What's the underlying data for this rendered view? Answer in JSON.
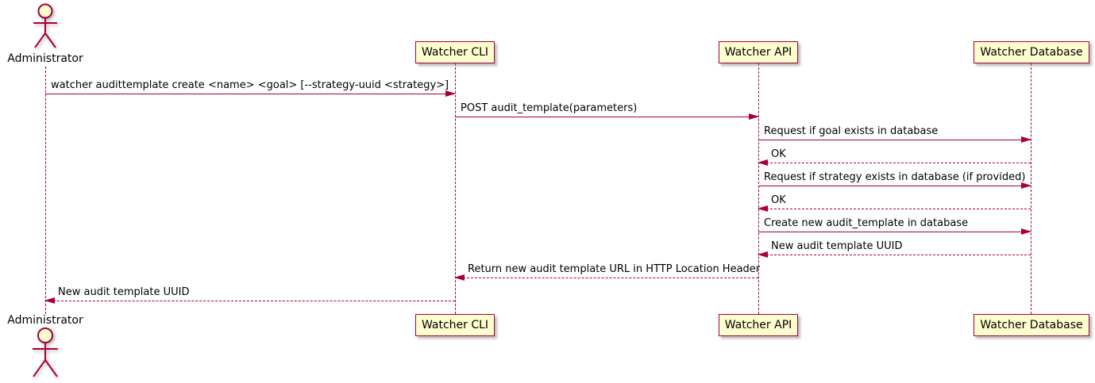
{
  "diagram": {
    "type": "uml-sequence",
    "actor": {
      "label": "Administrator"
    },
    "participants": [
      {
        "label": "Watcher CLI"
      },
      {
        "label": "Watcher API"
      },
      {
        "label": "Watcher Database"
      }
    ],
    "messages": [
      {
        "from": "Administrator",
        "to": "Watcher CLI",
        "style": "solid",
        "label": "watcher audittemplate create <name> <goal> [--strategy-uuid <strategy>]"
      },
      {
        "from": "Watcher CLI",
        "to": "Watcher API",
        "style": "solid",
        "label": "POST audit_template(parameters)"
      },
      {
        "from": "Watcher API",
        "to": "Watcher Database",
        "style": "solid",
        "label": "Request if goal exists in database"
      },
      {
        "from": "Watcher Database",
        "to": "Watcher API",
        "style": "dashed",
        "label": "OK"
      },
      {
        "from": "Watcher API",
        "to": "Watcher Database",
        "style": "solid",
        "label": "Request if strategy exists in database (if provided)"
      },
      {
        "from": "Watcher Database",
        "to": "Watcher API",
        "style": "dashed",
        "label": "OK"
      },
      {
        "from": "Watcher API",
        "to": "Watcher Database",
        "style": "solid",
        "label": "Create new audit_template in database"
      },
      {
        "from": "Watcher Database",
        "to": "Watcher API",
        "style": "dashed",
        "label": "New audit template UUID"
      },
      {
        "from": "Watcher API",
        "to": "Watcher CLI",
        "style": "dashed",
        "label": "Return new audit template URL in HTTP Location Header"
      },
      {
        "from": "Watcher CLI",
        "to": "Administrator",
        "style": "dashed",
        "label": "New audit template UUID"
      }
    ],
    "colors": {
      "participant_fill": "#FEFECE",
      "line": "#A80036",
      "text": "#000000",
      "background": "#FFFFFF"
    }
  }
}
